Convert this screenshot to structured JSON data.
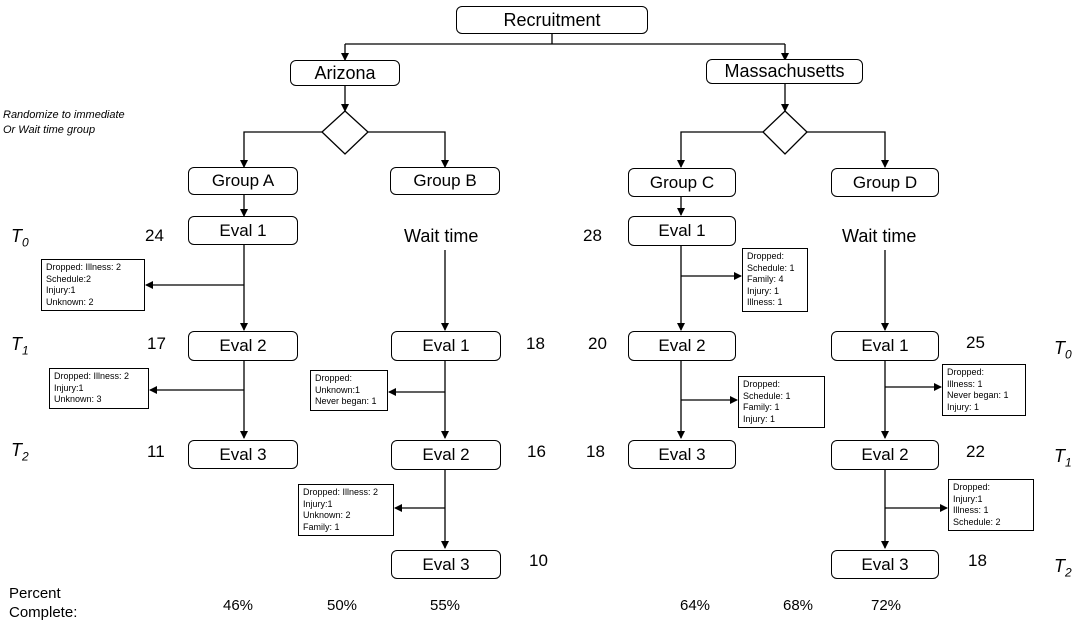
{
  "root": {
    "label": "Recruitment"
  },
  "sites": {
    "arizona": "Arizona",
    "massachusetts": "Massachusetts"
  },
  "randomize_note": {
    "line1": "Randomize to immediate",
    "line2": "Or Wait time group"
  },
  "groups": {
    "a": "Group A",
    "b": "Group B",
    "c": "Group C",
    "d": "Group D"
  },
  "evals": {
    "a1": "Eval 1",
    "a2": "Eval 2",
    "a3": "Eval 3",
    "b1": "Eval 1",
    "b2": "Eval 2",
    "b3": "Eval 3",
    "c1": "Eval 1",
    "c2": "Eval 2",
    "c3": "Eval 3",
    "d1": "Eval 1",
    "d2": "Eval 2",
    "d3": "Eval 3"
  },
  "wait": {
    "b": "Wait time",
    "d": "Wait time"
  },
  "time_labels": {
    "left": [
      {
        "base": "T",
        "sub": "0"
      },
      {
        "base": "T",
        "sub": "1"
      },
      {
        "base": "T",
        "sub": "2"
      }
    ],
    "right": [
      {
        "base": "T",
        "sub": "0"
      },
      {
        "base": "T",
        "sub": "1"
      },
      {
        "base": "T",
        "sub": "2"
      }
    ]
  },
  "counts": {
    "a": [
      "24",
      "17",
      "11"
    ],
    "b": [
      "18",
      "16",
      "10"
    ],
    "c": [
      "28",
      "20",
      "18"
    ],
    "d": [
      "25",
      "22",
      "18"
    ]
  },
  "dropouts": {
    "a1": [
      "Dropped: Illness: 2",
      "Schedule:2",
      "Injury:1",
      "Unknown: 2"
    ],
    "a2": [
      "Dropped: Illness: 2",
      "Injury:1",
      "Unknown: 3"
    ],
    "b1": [
      "Dropped:",
      "Unknown:1",
      "Never began: 1"
    ],
    "b2": [
      "Dropped: Illness: 2",
      "Injury:1",
      "Unknown: 2",
      "Family: 1"
    ],
    "c1": [
      "Dropped:",
      "Schedule: 1",
      "Family: 4",
      "Injury: 1",
      "Illness: 1"
    ],
    "c2": [
      "Dropped:",
      "Schedule: 1",
      "Family: 1",
      "Injury: 1"
    ],
    "d1": [
      "Dropped:",
      "Illness: 1",
      "Never began: 1",
      "Injury: 1"
    ],
    "d2": [
      "Dropped:",
      "Injury:1",
      "Illness: 1",
      "Schedule: 2"
    ]
  },
  "percent": {
    "label_line1": "Percent",
    "label_line2": "Complete:",
    "values": [
      "46%",
      "50%",
      "55%",
      "64%",
      "68%",
      "72%"
    ]
  }
}
